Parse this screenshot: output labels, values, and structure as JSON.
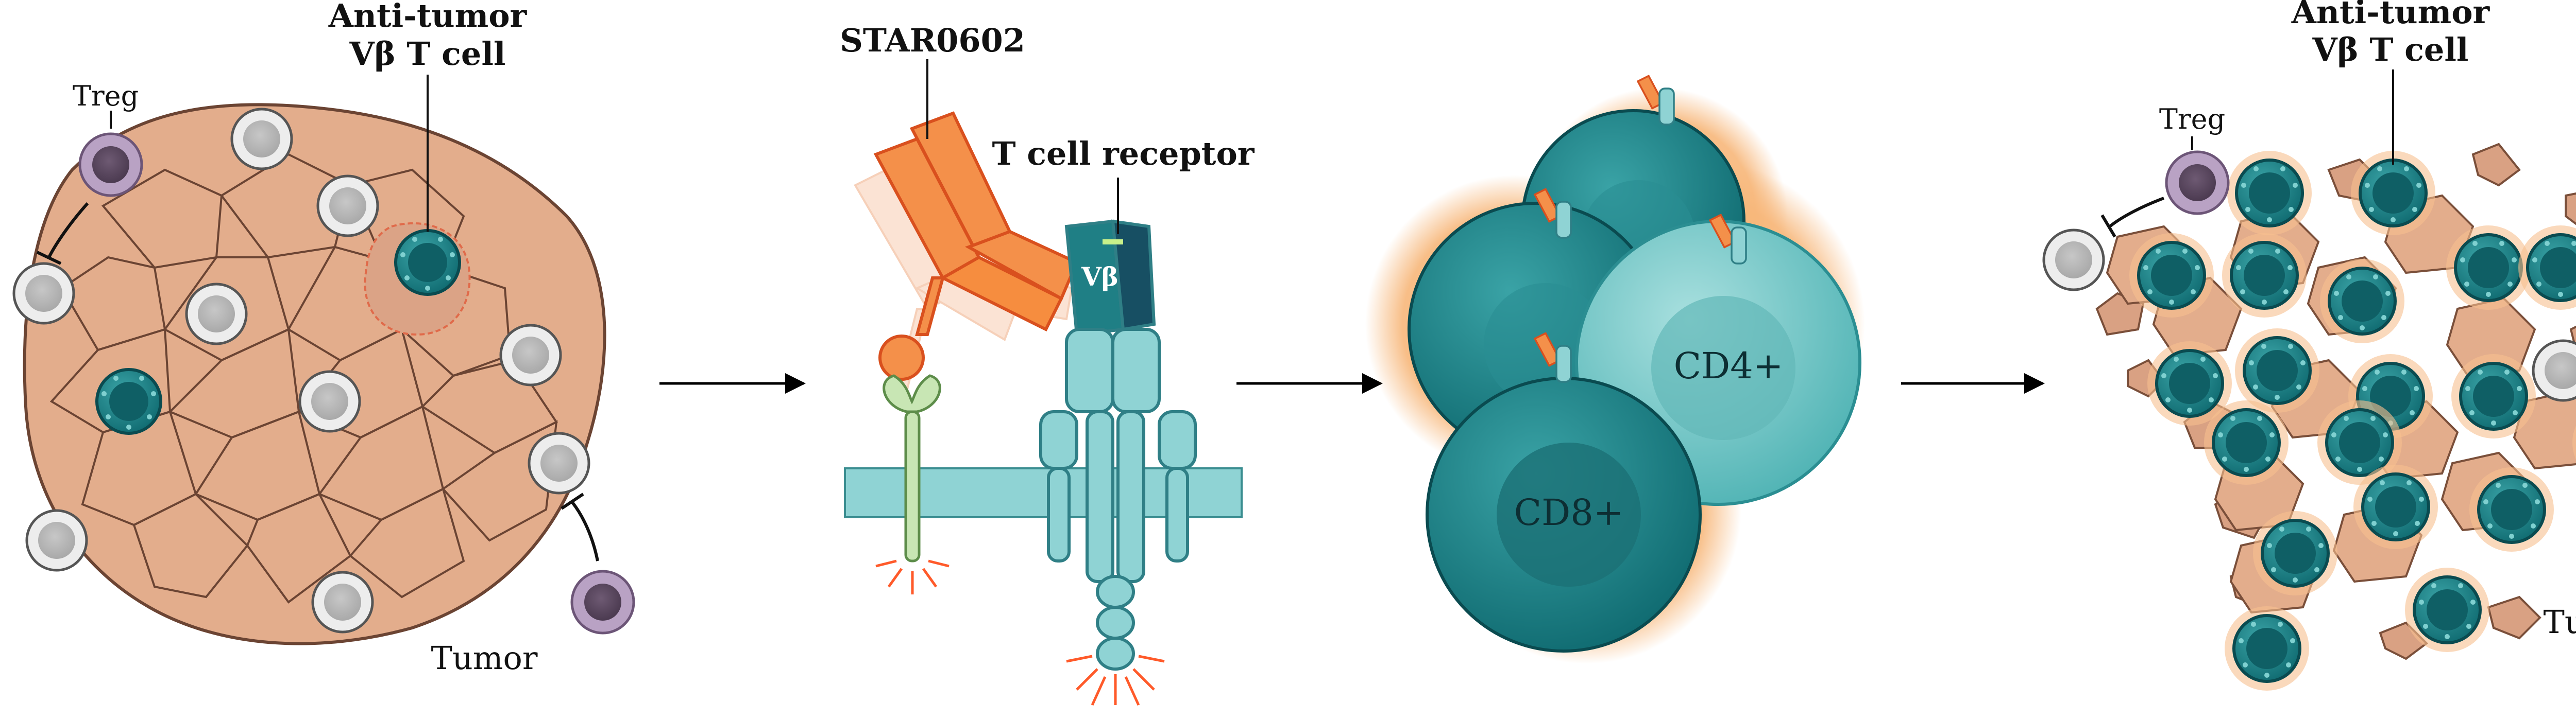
{
  "panel1": {
    "label_anti_tumor_line1": "Anti-tumor",
    "label_anti_tumor_line2": "Vβ T cell",
    "label_treg": "Treg",
    "label_tumor": "Tumor"
  },
  "panel2": {
    "label_antibody": "STAR0602",
    "label_tcr": "T cell receptor",
    "label_vbeta": "Vβ"
  },
  "panel3": {
    "label_cd4": "CD4+",
    "label_cd8": "CD8+"
  },
  "panel4": {
    "label_anti_tumor_line1": "Anti-tumor",
    "label_anti_tumor_line2": "Vβ T cell",
    "label_treg": "Treg",
    "label_tumor": "Tumor"
  },
  "colors": {
    "tumor_fill": "#e7b596",
    "tumor_stroke": "#7a4f3a",
    "teal": "#1f8a8e",
    "teal_dark": "#0e5d63",
    "grey_cell": "#d8d8d8",
    "treg": "#b59bc0",
    "antibody": "#f2893e",
    "membrane": "#8fd3d4",
    "glow": "#f7b77a"
  }
}
